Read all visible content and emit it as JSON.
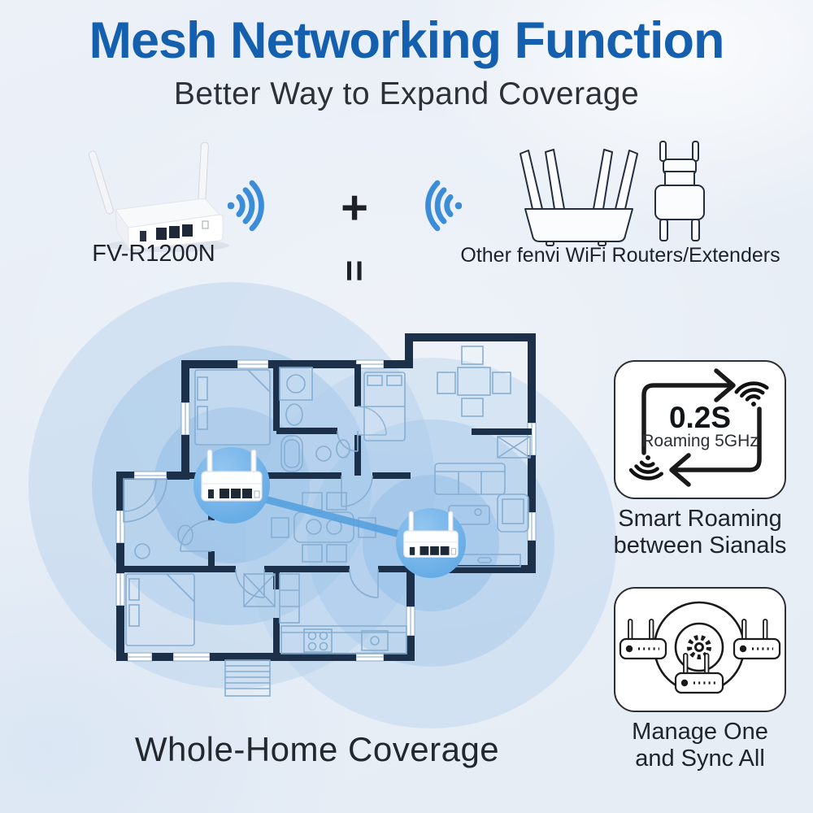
{
  "colors": {
    "title_blue": "#1460ae",
    "wifi_blue": "#3b8cd9",
    "wall_navy": "#1d3049",
    "furniture_blue": "#86aed2",
    "coverage_blue": "#9fc5e9",
    "callout_blue": "#60a8e4",
    "dark_text": "#20242b"
  },
  "header": {
    "title": "Mesh Networking Function",
    "subtitle": "Better Way to Expand Coverage"
  },
  "equation": {
    "left_device_label": "FV-R1200N",
    "plus_sign": "+",
    "equals_sign": "=",
    "right_device_label": "Other fenvi WiFi Routers/Extenders"
  },
  "floorplan": {
    "caption": "Whole-Home Coverage"
  },
  "features": {
    "roaming": {
      "value": "0.2S",
      "band": "Roaming 5GHz",
      "caption_line1": "Smart Roaming",
      "caption_line2": "between Sianals"
    },
    "manage": {
      "caption_line1": "Manage One",
      "caption_line2": "and Sync All"
    }
  },
  "icons": {
    "wifi": "wifi-signal",
    "plus": "plus-sign",
    "equals": "equals-sign",
    "roaming_loop": "circular-arrows",
    "gear": "gear",
    "mesh_link": "link-line",
    "router": "router",
    "extender": "range-extender"
  }
}
